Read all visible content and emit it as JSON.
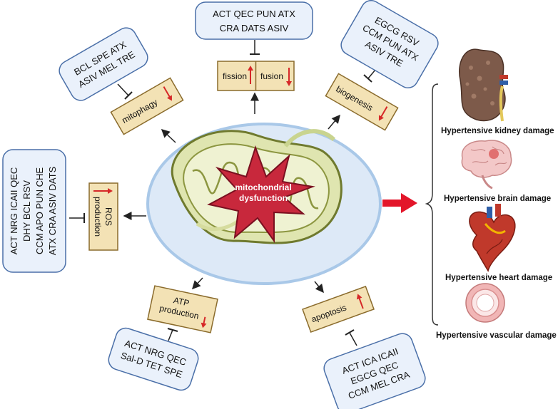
{
  "center": {
    "label_line1": "mitochondrial",
    "label_line2": "dysfunction"
  },
  "processes": {
    "fission": "fission",
    "fusion": "fusion",
    "mitophagy": "mitophagy",
    "biogenesis": "biogenesis",
    "ros_line1": "ROS",
    "ros_line2": "production",
    "atp_line1": "ATP",
    "atp_line2": "production",
    "apoptosis": "apoptosis"
  },
  "drugs": {
    "top": [
      "ACT QEC PUN ATX",
      "CRA DATS ASIV"
    ],
    "top_left": [
      "BCL SPE ATX",
      "ASIV MEL TRE"
    ],
    "top_right": [
      "EGCG  RSV",
      "CCM  PUN ATX",
      "ASIV TRE"
    ],
    "left": [
      "ACT NRG ICAII QEC",
      "DHY  BCL  RSV",
      "CCM APO PUN CHE",
      "ATX CRA ASIV DATS"
    ],
    "bottom_left": [
      "ACT NRG QEC",
      "Sal-D TET SPE"
    ],
    "bottom_right": [
      "ACT  ICA  ICAII",
      "EGCG QEC",
      "CCM MEL CRA"
    ]
  },
  "damages": [
    {
      "label": "Hypertensive kidney damage",
      "icon": "kidney-icon"
    },
    {
      "label": "Hypertensive brain damage",
      "icon": "brain-icon"
    },
    {
      "label": "Hypertensive heart damage",
      "icon": "heart-icon"
    },
    {
      "label": "Hypertensive vascular damage",
      "icon": "vessel-icon"
    }
  ],
  "colors": {
    "drug_box_fill": "#eaf1fb",
    "drug_box_stroke": "#4a6fa8",
    "process_fill": "#f3e2b5",
    "process_stroke": "#8a6b2c",
    "cell_fill": "#dde9f7",
    "cell_stroke": "#a9c8e8",
    "indicator": "#d62828",
    "star_fill": "#c8283c"
  }
}
